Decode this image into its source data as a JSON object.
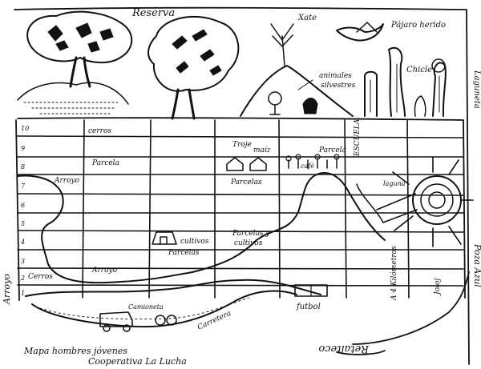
{
  "map": {
    "caption_line1": "Mapa hombres jóvenes",
    "caption_line2": "Cooperativa La Lucha",
    "labels": {
      "reserva": "Reserva",
      "xate": "Xate",
      "pajaro_herido": "Pájaro herido",
      "animales_silvestres_1": "animales",
      "animales_silvestres_2": "silvestres",
      "chicle": "Chicle",
      "laguneta": "Laguneta",
      "cerros_top": "cerros",
      "troje_maiz_1": "Troje",
      "troje_maiz_2": "maíz",
      "parcela_1": "Parcela",
      "parcela_2": "Parcela",
      "cafe": "café",
      "laguna": "laguna",
      "parcelas_top": "Parcelas",
      "arroyo_left": "Arroyo",
      "cultivos": "cultivos",
      "parcelas_y_cultivos_1": "Parcelas y",
      "parcelas_y_cultivos_2": "cultivos",
      "parcelas_mid": "Parcelas",
      "cerros_bottom": "Cerros",
      "arroyo_bottom": "Arroyo",
      "futbol": "futbol",
      "a_4_kilometros": "A 4 Kilómetros",
      "joloj": "Joloj",
      "camioneta": "Camioneta",
      "carretera": "Carretera",
      "retalteco": "Retalteco",
      "arroyo_rotated": "Arroyo",
      "poza_azul": "Poza Azul",
      "escuela": "ESCUELA"
    },
    "row_numbers": [
      "10",
      "9",
      "8",
      "7",
      "6",
      "5",
      "4",
      "3",
      "2",
      "1"
    ]
  }
}
